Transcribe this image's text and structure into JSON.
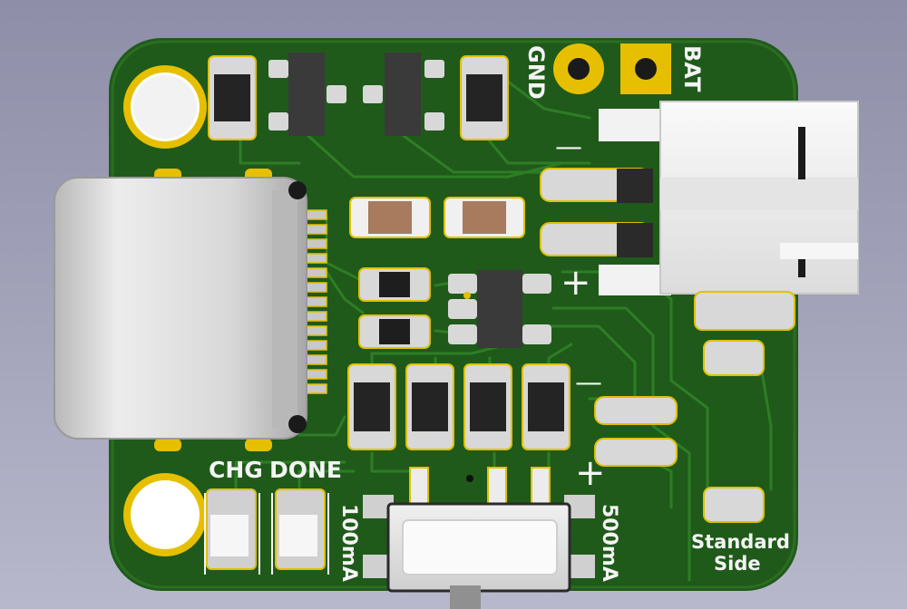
{
  "board": {
    "silkscreen": {
      "gnd": "GND",
      "bat": "BAT",
      "chg": "CHG",
      "done": "DONE",
      "ma100": "100mA",
      "ma500": "500mA",
      "standard": "Standard",
      "side": "Side",
      "minus": "—",
      "plus": "+"
    },
    "colors": {
      "background": "#a0a0b8",
      "pcb": "#1f5a1a",
      "trace": "#2c7a24",
      "pad_gold": "#e8c000",
      "silk": "#f4f4f4",
      "smd_pad": "#c8c8c8",
      "usb_shell": "#d4d4d4"
    }
  }
}
